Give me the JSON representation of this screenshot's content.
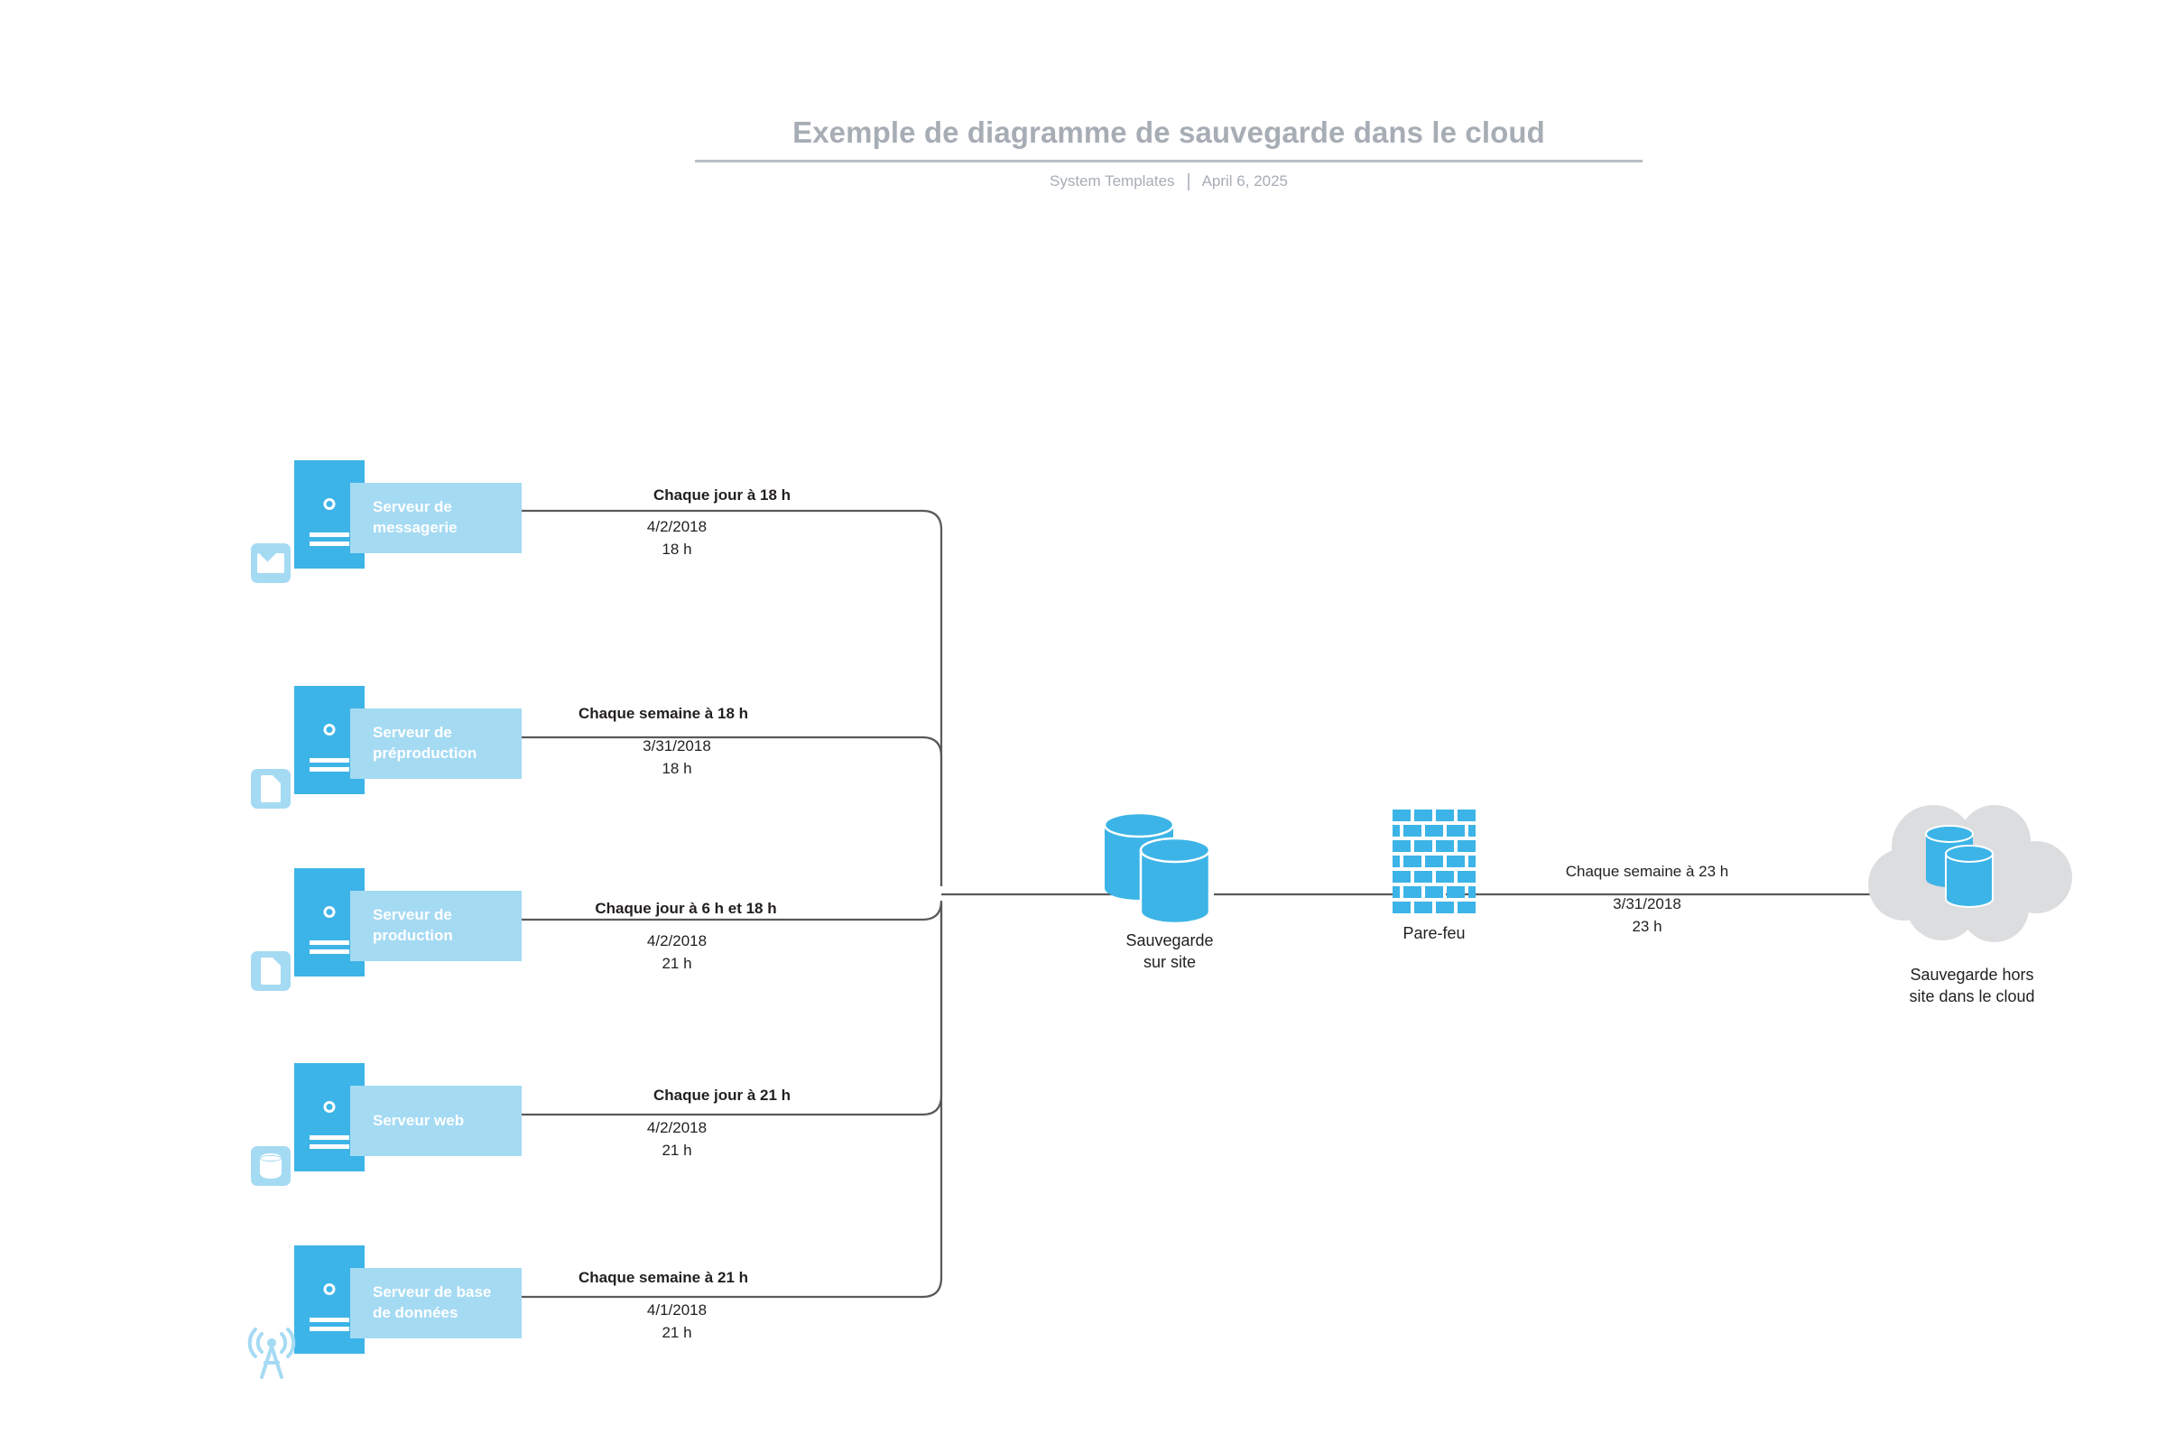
{
  "header": {
    "title": "Exemple de diagramme de sauvegarde dans le cloud",
    "source": "System Templates",
    "date": "April 6, 2025"
  },
  "servers": [
    {
      "id": "mail-server",
      "label": "Serveur de\nmessagerie",
      "label_line1": "Serveur de",
      "label_line2": "messagerie",
      "badge_icon": "envelope-icon"
    },
    {
      "id": "staging-server",
      "label_line1": "Serveur de",
      "label_line2": "préproduction",
      "badge_icon": "document-icon"
    },
    {
      "id": "production-server",
      "label_line1": "Serveur de",
      "label_line2": "production",
      "badge_icon": "document-icon"
    },
    {
      "id": "web-server",
      "label_line1": "Serveur web",
      "label_line2": "",
      "badge_icon": "database-cylinder-icon"
    },
    {
      "id": "database-server",
      "label_line1": "Serveur de base",
      "label_line2": "de données",
      "badge_icon": "broadcast-antenna-icon"
    }
  ],
  "connections": [
    {
      "title": "Chaque jour à 18 h",
      "date": "4/2/2018",
      "time": "18 h"
    },
    {
      "title": "Chaque semaine à 18 h",
      "date": "3/31/2018",
      "time": "18 h"
    },
    {
      "title": "Chaque jour à 6 h et 18 h",
      "date": "4/2/2018",
      "time": "21 h"
    },
    {
      "title": "Chaque jour à 21 h",
      "date": "4/2/2018",
      "time": "21 h"
    },
    {
      "title": "Chaque semaine à 21 h",
      "date": "4/1/2018",
      "time": "21 h"
    }
  ],
  "cloud_connection": {
    "title": "Chaque semaine à 23 h",
    "date": "3/31/2018",
    "time": "23 h"
  },
  "figures": {
    "onsite_backup": {
      "caption_line1": "Sauvegarde",
      "caption_line2": "sur site",
      "icon": "двойной-cylinder-icon"
    },
    "firewall": {
      "caption_line1": "Pare-feu",
      "caption_line2": "",
      "icon": "brick-wall-icon"
    },
    "cloud_backup": {
      "caption_line1": "Sauvegarde hors",
      "caption_line2": "site dans le cloud",
      "icon": "cloud-icon"
    }
  },
  "colors": {
    "server_body": "#3cb4e7",
    "server_label": "#a5daf3",
    "cylinder": "#3cb4e7",
    "cloud": "#dcdddf",
    "wire": "#58595b",
    "title_gray": "#a7adb5",
    "text": "#231f20"
  }
}
